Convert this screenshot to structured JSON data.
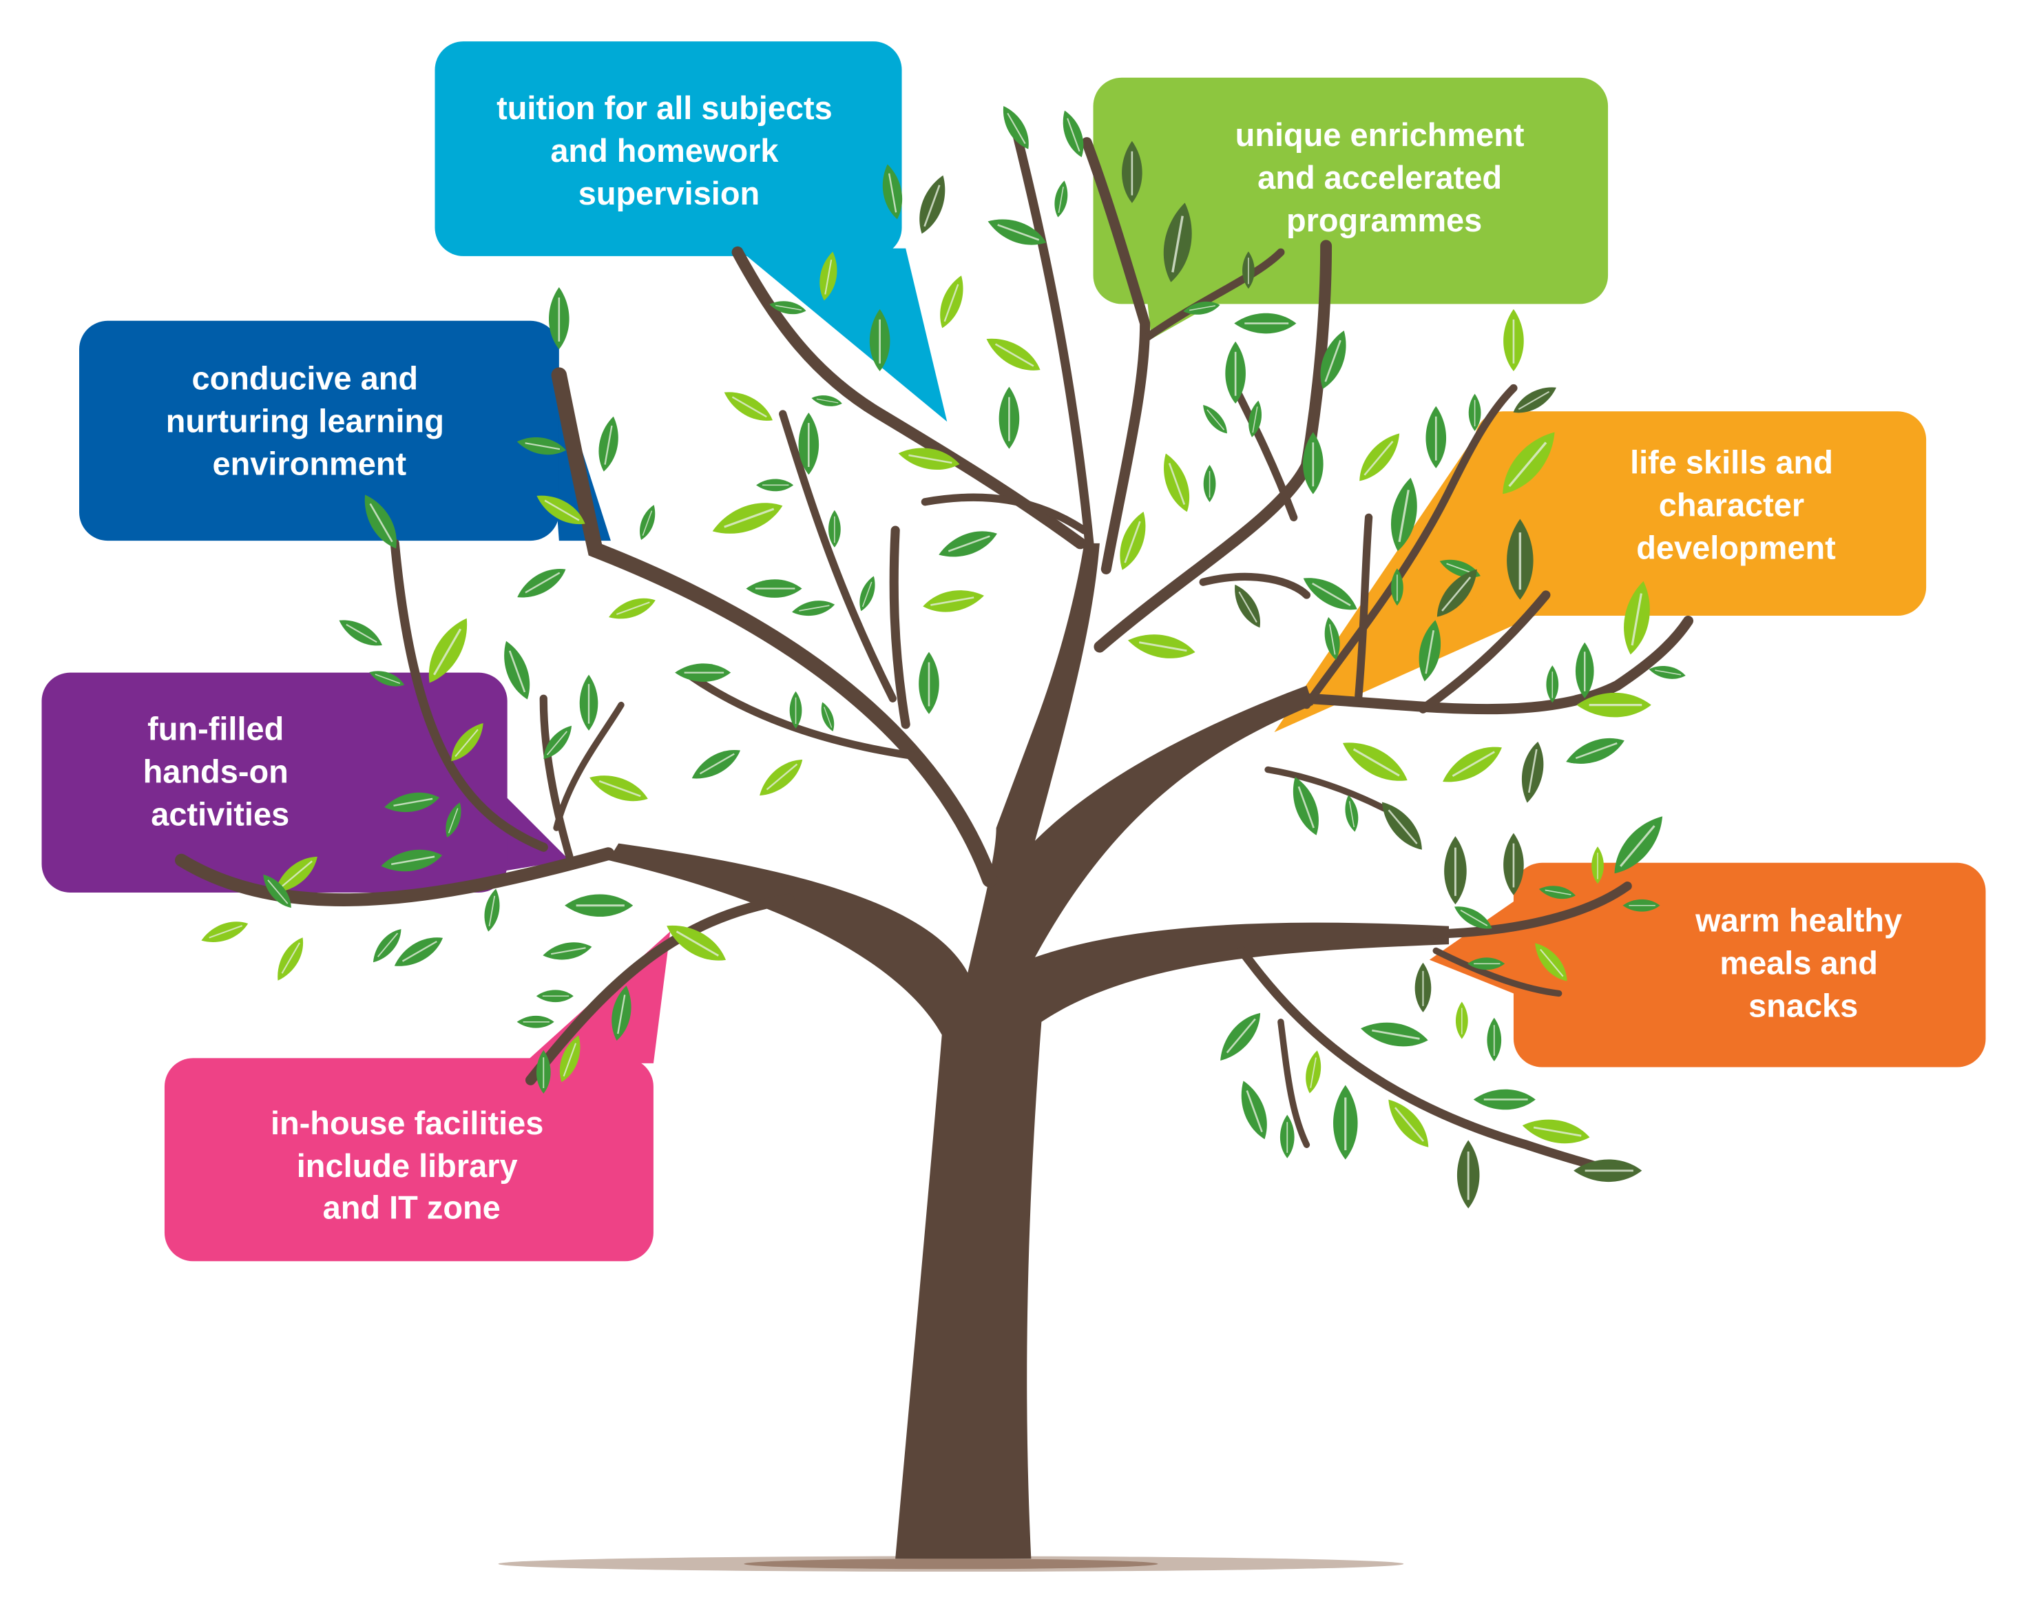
{
  "boxes": [
    {
      "id": "tuition",
      "lines": [
        "tuition for all subjects",
        "and homework",
        "supervision"
      ],
      "color": "#00AAD6"
    },
    {
      "id": "enrichment",
      "lines": [
        "unique enrichment",
        "and accelerated",
        "programmes"
      ],
      "color": "#8DC63F"
    },
    {
      "id": "environment",
      "lines": [
        "conducive and",
        "nurturing learning",
        "environment"
      ],
      "color": "#005DA9"
    },
    {
      "id": "life-skills",
      "lines": [
        "life skills and",
        "character",
        "development"
      ],
      "color": "#F7A51E"
    },
    {
      "id": "activities",
      "lines": [
        "fun-filled",
        "hands-on",
        "activities"
      ],
      "color": "#7B2A8F"
    },
    {
      "id": "meals",
      "lines": [
        "warm healthy",
        "meals and",
        "snacks"
      ],
      "color": "#F07226"
    },
    {
      "id": "facilities",
      "lines": [
        "in-house facilities",
        "include library",
        "and IT zone"
      ],
      "color": "#EE4286"
    }
  ],
  "colors": {
    "trunk": "#5B463A",
    "leaf_dark": "#4A6B33",
    "leaf_mid": "#3D9A3A",
    "leaf_light": "#8CCB1E",
    "shadow": "#A08C80"
  }
}
